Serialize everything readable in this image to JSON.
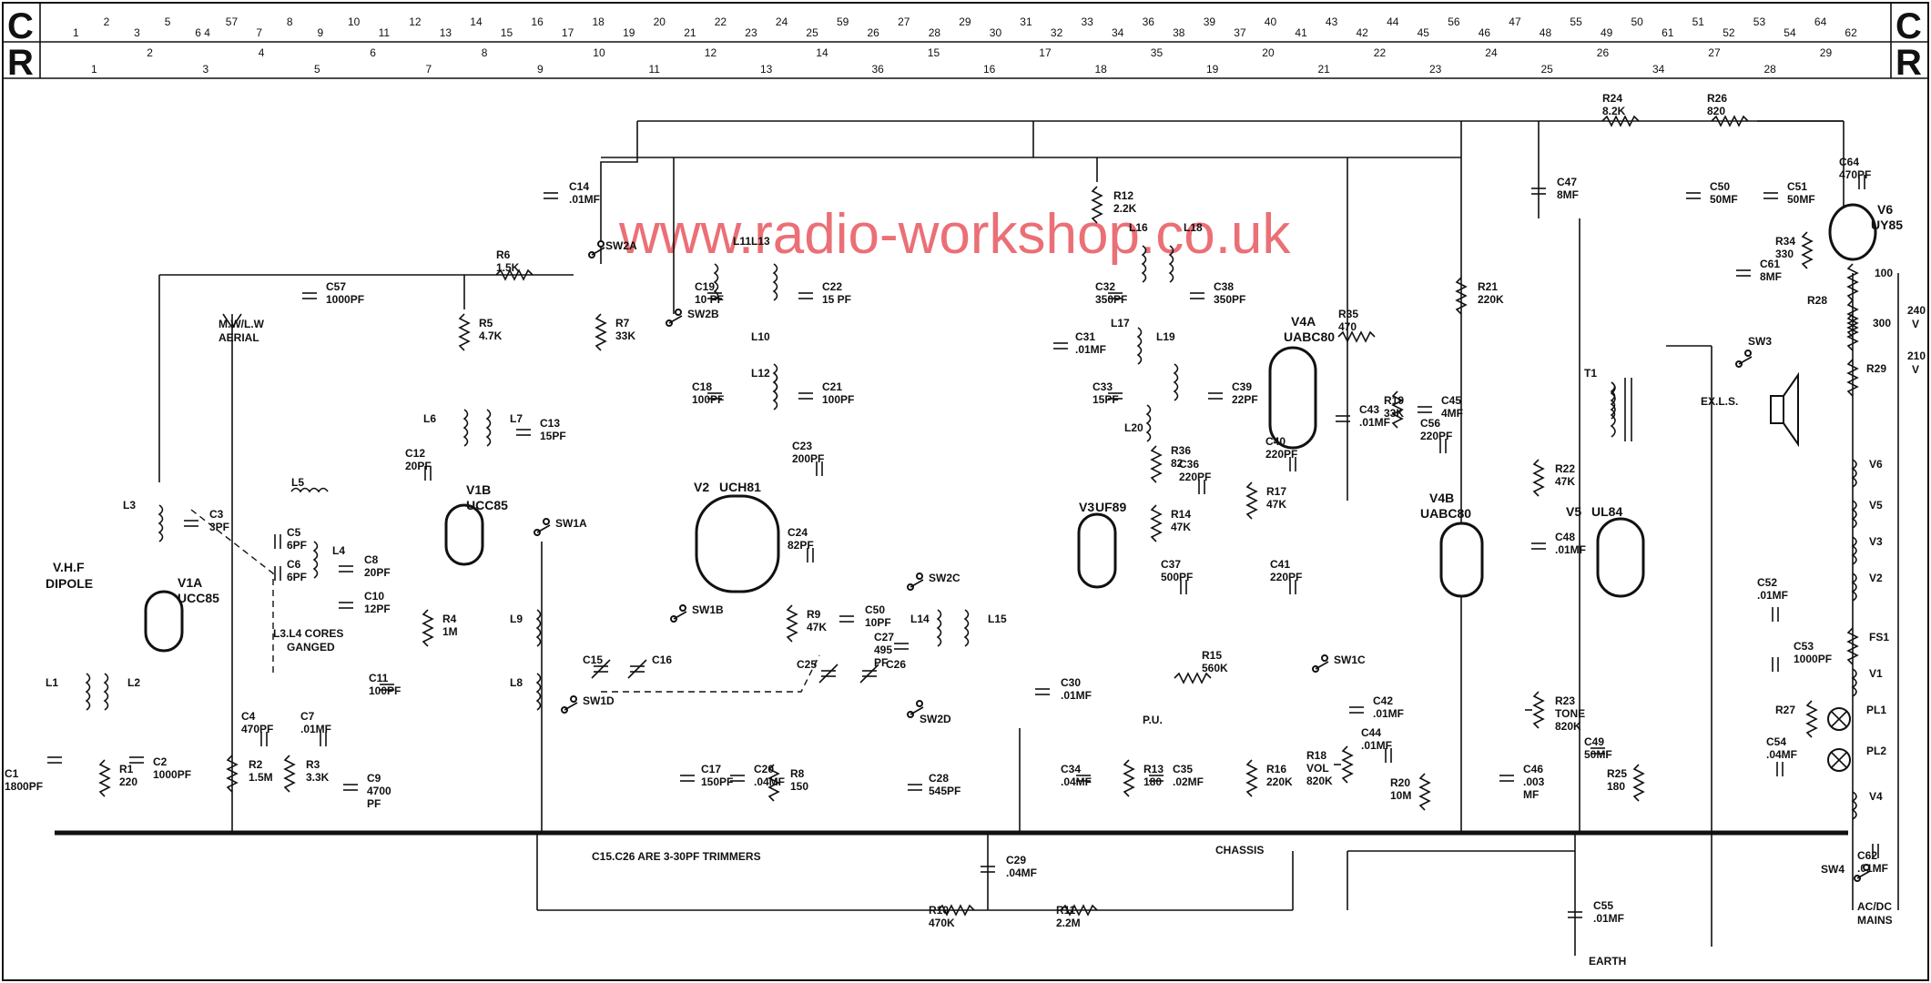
{
  "header": {
    "c_letter": "C",
    "r_letter": "R",
    "c_refs": [
      "1",
      "2",
      "3",
      "5",
      "6 4",
      "57",
      "7",
      "8",
      "9",
      "10",
      "11",
      "12",
      "13",
      "14",
      "15",
      "16",
      "17",
      "18",
      "19",
      "20",
      "21",
      "22",
      "23",
      "24",
      "25",
      "59",
      "26",
      "27",
      "28",
      "29",
      "30",
      "31",
      "32",
      "33",
      "34",
      "36",
      "38",
      "39",
      "37",
      "40",
      "41",
      "43",
      "42",
      "44",
      "45",
      "56",
      "46",
      "47",
      "48",
      "55",
      "49",
      "50",
      "61",
      "51",
      "52",
      "53",
      "54",
      "64",
      "62"
    ],
    "r_refs": [
      "1",
      "2",
      "3",
      "4",
      "5",
      "6",
      "7",
      "8",
      "9",
      "10",
      "11",
      "12",
      "13",
      "14",
      "36",
      "15",
      "16",
      "17",
      "18",
      "35",
      "19",
      "20",
      "21",
      "22",
      "23",
      "24",
      "25",
      "26",
      "34",
      "27",
      "28",
      "29"
    ]
  },
  "watermark": "www.radio-workshop.co.uk",
  "valves": {
    "v1a": {
      "name": "V1A",
      "type": "UCC85"
    },
    "v1b": {
      "name": "V1B",
      "type": "UCC85"
    },
    "v2": {
      "name": "V2",
      "type": "UCH81"
    },
    "v3": {
      "name": "V3",
      "type": "UF89"
    },
    "v4a": {
      "name": "V4A",
      "type": "UABC80"
    },
    "v4b": {
      "name": "V4B",
      "type": "UABC80"
    },
    "v5": {
      "name": "V5",
      "type": "UL84"
    },
    "v6": {
      "name": "V6",
      "type": "UY85"
    }
  },
  "labels": {
    "vhf": "V.H.F",
    "dipole": "DIPOLE",
    "mwlw": "M.W/L.W",
    "aerial": "AERIAL",
    "ganged1": "L3.L4 CORES",
    "ganged2": "GANGED",
    "trimmers": "C15.C26 ARE 3-30PF TRIMMERS",
    "chassis": "CHASSIS",
    "earth": "EARTH",
    "pu": "P.U.",
    "exls": "EX.L.S.",
    "acdc1": "AC/DC",
    "acdc2": "MAINS",
    "v240": "240",
    "v210": "210",
    "volt": "V"
  },
  "components": {
    "c1": [
      "C1",
      "1800PF"
    ],
    "l1": [
      "L1"
    ],
    "l2": [
      "L2"
    ],
    "r1": [
      "R1",
      "220"
    ],
    "c2": [
      "C2",
      "1000PF"
    ],
    "c3": [
      "C3",
      "3PF"
    ],
    "l3": [
      "L3"
    ],
    "c4": [
      "C4",
      "470PF"
    ],
    "r2": [
      "R2",
      "1.5M"
    ],
    "c5": [
      "C5",
      "6PF"
    ],
    "c6": [
      "C6",
      "6PF"
    ],
    "l4": [
      "L4"
    ],
    "c7": [
      "C7",
      ".01MF"
    ],
    "r3": [
      "R3",
      "3.3K"
    ],
    "c8": [
      "C8",
      "20PF"
    ],
    "c9": [
      "C9",
      "4700",
      "PF"
    ],
    "c10": [
      "C10",
      "12PF"
    ],
    "l5": [
      "L5"
    ],
    "c11": [
      "C11",
      "100PF"
    ],
    "c12": [
      "C12",
      "20PF"
    ],
    "c57": [
      "C57",
      "1000PF"
    ],
    "r4": [
      "R4",
      "1M"
    ],
    "r5": [
      "R5",
      "4.7K"
    ],
    "l6": [
      "L6"
    ],
    "l7": [
      "L7"
    ],
    "c13": [
      "C13",
      "15PF"
    ],
    "r6": [
      "R6",
      "1.5K"
    ],
    "c14": [
      "C14",
      ".01MF"
    ],
    "sw2a": [
      "SW2A"
    ],
    "r7": [
      "R7",
      "33K"
    ],
    "sw1a": [
      "SW1A"
    ],
    "l9": [
      "L9"
    ],
    "l8": [
      "L8"
    ],
    "sw1d": [
      "SW1D"
    ],
    "c15": [
      "C15"
    ],
    "c16": [
      "C16"
    ],
    "sw1b": [
      "SW1B"
    ],
    "sw2b": [
      "SW2B"
    ],
    "l11": [
      "L11"
    ],
    "c19": [
      "C19",
      "10 PF"
    ],
    "l13": [
      "L13"
    ],
    "c22": [
      "C22",
      "15 PF"
    ],
    "l10": [
      "L10"
    ],
    "c18": [
      "C18",
      "100PF"
    ],
    "l12": [
      "L12"
    ],
    "c21": [
      "C21",
      "100PF"
    ],
    "c23": [
      "C23",
      "200PF"
    ],
    "c24": [
      "C24",
      "82PF"
    ],
    "r9": [
      "R9",
      "47K"
    ],
    "c17": [
      "C17",
      "150PF"
    ],
    "c20": [
      "C20",
      ".04MF"
    ],
    "r8": [
      "R8",
      "150"
    ],
    "c25": [
      "C25"
    ],
    "c50": [
      "C50",
      "10PF"
    ],
    "c26": [
      "C26"
    ],
    "c27": [
      "C27",
      "495",
      "PF"
    ],
    "l14": [
      "L14"
    ],
    "l15": [
      "L15"
    ],
    "sw2c": [
      "SW2C"
    ],
    "sw2d": [
      "SW2D"
    ],
    "c28": [
      "C28",
      "545PF"
    ],
    "c29": [
      "C29",
      ".04MF"
    ],
    "r10": [
      "R10",
      "470K"
    ],
    "r11": [
      "R11",
      "2.2M"
    ],
    "c30": [
      "C30",
      ".01MF"
    ],
    "c31": [
      "C31",
      ".01MF"
    ],
    "r12": [
      "R12",
      "2.2K"
    ],
    "l16": [
      "L16"
    ],
    "l18": [
      "L18"
    ],
    "c32": [
      "C32",
      "350PF"
    ],
    "c38": [
      "C38",
      "350PF"
    ],
    "l17": [
      "L17"
    ],
    "l19": [
      "L19"
    ],
    "c33": [
      "C33",
      "15PF"
    ],
    "c39": [
      "C39",
      "22PF"
    ],
    "l20": [
      "L20"
    ],
    "r36": [
      "R36",
      "82"
    ],
    "c36": [
      "C36",
      "220PF"
    ],
    "r14": [
      "R14",
      "47K"
    ],
    "r17": [
      "R17",
      "47K"
    ],
    "c37": [
      "C37",
      "500PF"
    ],
    "c41": [
      "C41",
      "220PF"
    ],
    "c40": [
      "C40",
      "220PF"
    ],
    "r35": [
      "R35",
      "470"
    ],
    "c43": [
      "C43",
      ".01MF"
    ],
    "r19": [
      "R19",
      "33K"
    ],
    "c45": [
      "C45",
      "4MF"
    ],
    "c56": [
      "C56",
      "220PF"
    ],
    "sw1c": [
      "SW1C"
    ],
    "r15": [
      "R15",
      "560K"
    ],
    "c42": [
      "C42",
      ".01MF"
    ],
    "c34": [
      "C34",
      ".04MF"
    ],
    "r13": [
      "R13",
      "180"
    ],
    "c35": [
      "C35",
      ".02MF"
    ],
    "r16": [
      "R16",
      "220K"
    ],
    "r18": [
      "R18",
      "VOL",
      "820K"
    ],
    "c44": [
      "C44",
      ".01MF"
    ],
    "r20": [
      "R20",
      "10M"
    ],
    "c47": [
      "C47",
      "8MF"
    ],
    "r21": [
      "R21",
      "220K"
    ],
    "r22": [
      "R22",
      "47K"
    ],
    "c48": [
      "C48",
      ".01MF"
    ],
    "r23": [
      "R23",
      "TONE",
      "820K"
    ],
    "c46": [
      "C46",
      ".003",
      "MF"
    ],
    "c49": [
      "C49",
      "50MF"
    ],
    "r25": [
      "R25",
      "180"
    ],
    "c55": [
      "C55",
      ".01MF"
    ],
    "r24": [
      "R24",
      "8.2K"
    ],
    "r26": [
      "R26",
      "820"
    ],
    "c50b": [
      "C50",
      "50MF"
    ],
    "c51": [
      "C51",
      "50MF"
    ],
    "c61": [
      "C61",
      "8MF"
    ],
    "r34": [
      "R34",
      "330"
    ],
    "c64": [
      "C64",
      "470PF"
    ],
    "r28": [
      "R28"
    ],
    "r28v": [
      "100"
    ],
    "r300": [
      "300"
    ],
    "r29": [
      "R29"
    ],
    "t1": [
      "T1"
    ],
    "sw3": [
      "SW3"
    ],
    "v6h": [
      "V6"
    ],
    "v5h": [
      "V5"
    ],
    "v3h": [
      "V3"
    ],
    "v2h": [
      "V2"
    ],
    "c52": [
      "C52",
      ".01MF"
    ],
    "c53": [
      "C53",
      "1000PF"
    ],
    "fs1": [
      "FS1"
    ],
    "v1h": [
      "V1"
    ],
    "r27": [
      "R27"
    ],
    "pl1": [
      "PL1"
    ],
    "pl2": [
      "PL2"
    ],
    "c54": [
      "C54",
      ".04MF"
    ],
    "v4h": [
      "V4"
    ],
    "c62": [
      "C62",
      ".01MF"
    ],
    "sw4": [
      "SW4"
    ]
  }
}
